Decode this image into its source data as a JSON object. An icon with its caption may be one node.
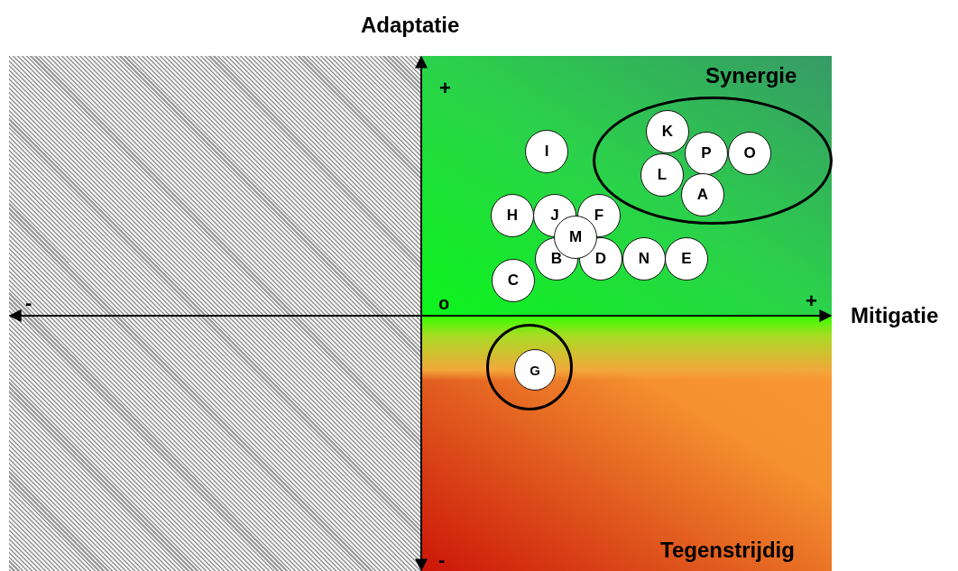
{
  "diagram": {
    "nodes": [
      {
        "text": [],
        "shape": "ellipse"
      },
      {
        "text": [
          "K"
        ],
        "in": 0
      },
      {
        "text": [
          "I"
        ]
      },
      {
        "text": [
          "P"
        ],
        "in": 0
      },
      {
        "text": [
          "O"
        ],
        "in": 0
      },
      {
        "text": [
          "L"
        ],
        "in": 0
      },
      {
        "text": [
          "A"
        ],
        "in": 0
      },
      {
        "text": [
          "H"
        ]
      },
      {
        "text": [
          "J"
        ]
      },
      {
        "text": [
          "F"
        ]
      },
      {
        "text": [
          "M"
        ]
      },
      {
        "text": [
          "B"
        ]
      },
      {
        "text": [
          "D"
        ]
      },
      {
        "text": [
          "N"
        ]
      },
      {
        "text": [
          "E"
        ]
      },
      {
        "text": [
          "C"
        ]
      },
      {
        "text": [],
        "shape": "circle"
      },
      {
        "text": [
          "G"
        ],
        "in": 16
      }
    ],
    "labels": [
      "Adaptatie",
      "+",
      "Synergie",
      "-",
      "o",
      "+",
      "Mitigatie",
      "Tegenstrijdig",
      "-"
    ]
  }
}
